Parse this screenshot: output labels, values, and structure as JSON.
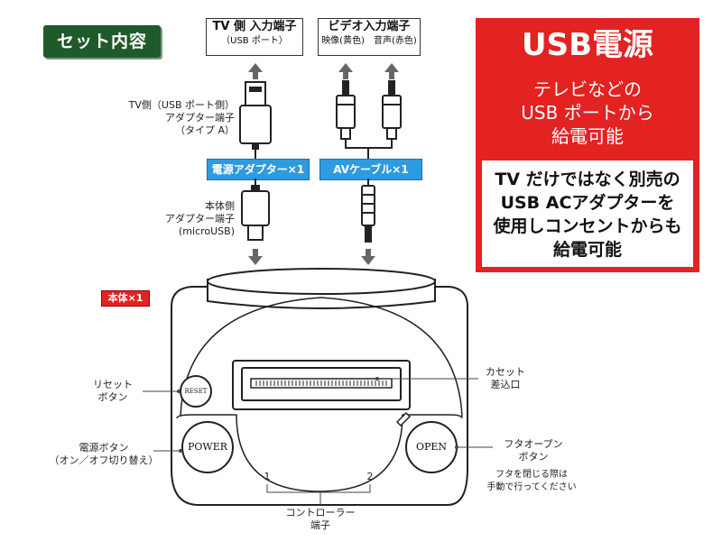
{
  "set_tag": "セット内容",
  "tv_box": {
    "title": "TV 側 入力端子",
    "sub": "（USB ポート）"
  },
  "video_box": {
    "title": "ビデオ入力端子",
    "sub": "映像(黄色)　音声(赤色)"
  },
  "left_top_label": [
    "TV側（USB ポート側）",
    "アダプター端子",
    "（タイプ A）"
  ],
  "left_bottom_label": [
    "本体側",
    "アダプター端子",
    "(microUSB)"
  ],
  "power_adapter_label": "電源アダプター×1",
  "av_cable_label": "AVケーブル×1",
  "red_panel": {
    "title": "USB電源",
    "sub": [
      "テレビなどの",
      "USB ポートから",
      "給電可能"
    ],
    "detail": [
      "TV だけではなく別売の",
      "USB ACアダプターを",
      "使用しコンセントからも",
      "給電可能"
    ]
  },
  "honntai_tag": "本体×1",
  "console": {
    "reset_button": "RESET",
    "power_button": "POWER",
    "open_button": "OPEN",
    "port1": "1",
    "port2": "2"
  },
  "callouts": {
    "reset": [
      "リセット",
      "ボタン"
    ],
    "power": [
      "電源ボタン",
      "（オン／オフ切り替え）"
    ],
    "cartridge": [
      "カセット",
      "差込口"
    ],
    "open": [
      "フタオープン",
      "ボタン"
    ],
    "controller": [
      "コントローラー",
      "端子"
    ],
    "note": [
      "フタを閉じる際は",
      "手動で行ってください"
    ]
  },
  "colors": {
    "accent_red": "#e32222",
    "accent_blue": "#2d9be0",
    "tag_green": "#1f5a2a"
  }
}
